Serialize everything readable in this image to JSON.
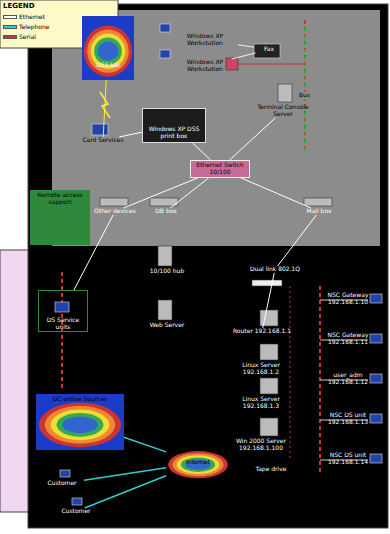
{
  "diagram": {
    "nodes": [
      {
        "text": [
          "DSS-lab"
        ]
      },
      {
        "text": [
          "Windows XP Workstation"
        ]
      },
      {
        "text": [
          "Windows XP Workstation"
        ]
      },
      {
        "text": [
          "Fax"
        ]
      },
      {
        "text": [
          "Card Services"
        ]
      },
      {
        "text": [
          "Windows XP DSS print box"
        ]
      },
      {
        "text": [
          "Terminal Console Server"
        ]
      },
      {
        "text": [
          "Ethernet Switch",
          "10/100"
        ]
      },
      {
        "text": [
          "Remote access support"
        ]
      },
      {
        "text": [
          "Other devices"
        ]
      },
      {
        "text": [
          "DB box"
        ]
      },
      {
        "text": [
          "Mail box"
        ]
      },
      {
        "text": [
          "Dual link 802.1Q"
        ]
      },
      {
        "text": [
          "DS Service units"
        ]
      },
      {
        "text": [
          "10/100 hub"
        ]
      },
      {
        "text": [
          "Web Server"
        ]
      },
      {
        "text": [
          "UC online Sources"
        ]
      },
      {
        "text": [
          "Internet"
        ]
      },
      {
        "text": [
          "Customer"
        ]
      },
      {
        "text": [
          "Customer"
        ]
      },
      {
        "text": [
          "Router 192.168.1.1"
        ]
      },
      {
        "text": [
          "Linux Server 192.168.1.2"
        ]
      },
      {
        "text": [
          "Linux Server 192.168.1.3"
        ]
      },
      {
        "text": [
          "Win 2000 Server 192.168.1.100"
        ]
      },
      {
        "text": [
          "Tape drive"
        ]
      },
      {
        "text": [
          "NSC Gateway 192.168.1.10"
        ]
      },
      {
        "text": [
          "NSC Gateway 192.168.1.11"
        ]
      },
      {
        "text": [
          "user_adm 192.168.1.12"
        ]
      },
      {
        "text": [
          "NSC DS unit 192.168.1.13"
        ]
      },
      {
        "text": [
          "NSC DS unit 192.168.1.14"
        ]
      }
    ],
    "edges": [
      {
        "from": 0,
        "to": 4,
        "arrow": "none"
      },
      {
        "from": 4,
        "to": 5,
        "arrow": "none"
      },
      {
        "from": 1,
        "to": 3,
        "arrow": "none"
      },
      {
        "from": 2,
        "to": 3,
        "arrow": "none"
      },
      {
        "from": 6,
        "to": 7,
        "arrow": "none"
      },
      {
        "from": 5,
        "to": 7,
        "arrow": "none"
      },
      {
        "from": 7,
        "to": 9,
        "arrow": "none"
      },
      {
        "from": 7,
        "to": 10,
        "arrow": "none"
      },
      {
        "from": 7,
        "to": 11,
        "arrow": "none"
      },
      {
        "from": 8,
        "to": 9,
        "arrow": "none"
      },
      {
        "from": 9,
        "to": 13,
        "arrow": "none"
      },
      {
        "from": 11,
        "to": 12,
        "arrow": "none"
      },
      {
        "from": 12,
        "to": 20,
        "arrow": "none"
      },
      {
        "from": 17,
        "to": 16,
        "arrow": "none"
      },
      {
        "from": 17,
        "to": 18,
        "arrow": "none"
      },
      {
        "from": 17,
        "to": 19,
        "arrow": "none"
      }
    ],
    "labels": [
      "LEGEND",
      "Bus"
    ],
    "legend": [
      {
        "text": "Ethernet",
        "color": "#ffffff"
      },
      {
        "text": "Telephone",
        "color": "#33cccc"
      },
      {
        "text": "Serial",
        "color": "#cc3333"
      }
    ]
  }
}
